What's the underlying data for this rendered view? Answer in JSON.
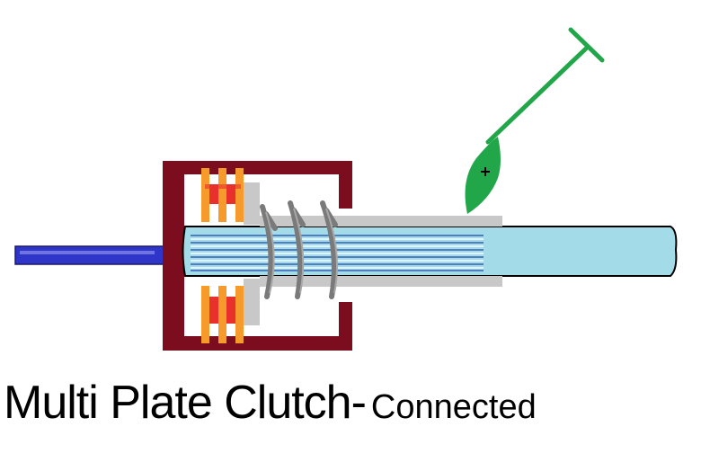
{
  "caption": {
    "title": "Multi Plate Clutch-",
    "state": "Connected"
  },
  "colors": {
    "housing": "#7b0d1e",
    "input_shaft": "#2f35c8",
    "output_shaft": "#a3dbe8",
    "shaft_lines": "#4f7fc0",
    "friction_plate_red": "#e8312d",
    "friction_plate_orange": "#f59a2b",
    "pressure_plate": "#c8c8c8",
    "spring": "#7a7a7a",
    "lever": "#22a64a"
  },
  "icons": {
    "clutch": "multi-plate-clutch-diagram",
    "lever": "engagement-lever",
    "pivot": "pivot-point"
  }
}
